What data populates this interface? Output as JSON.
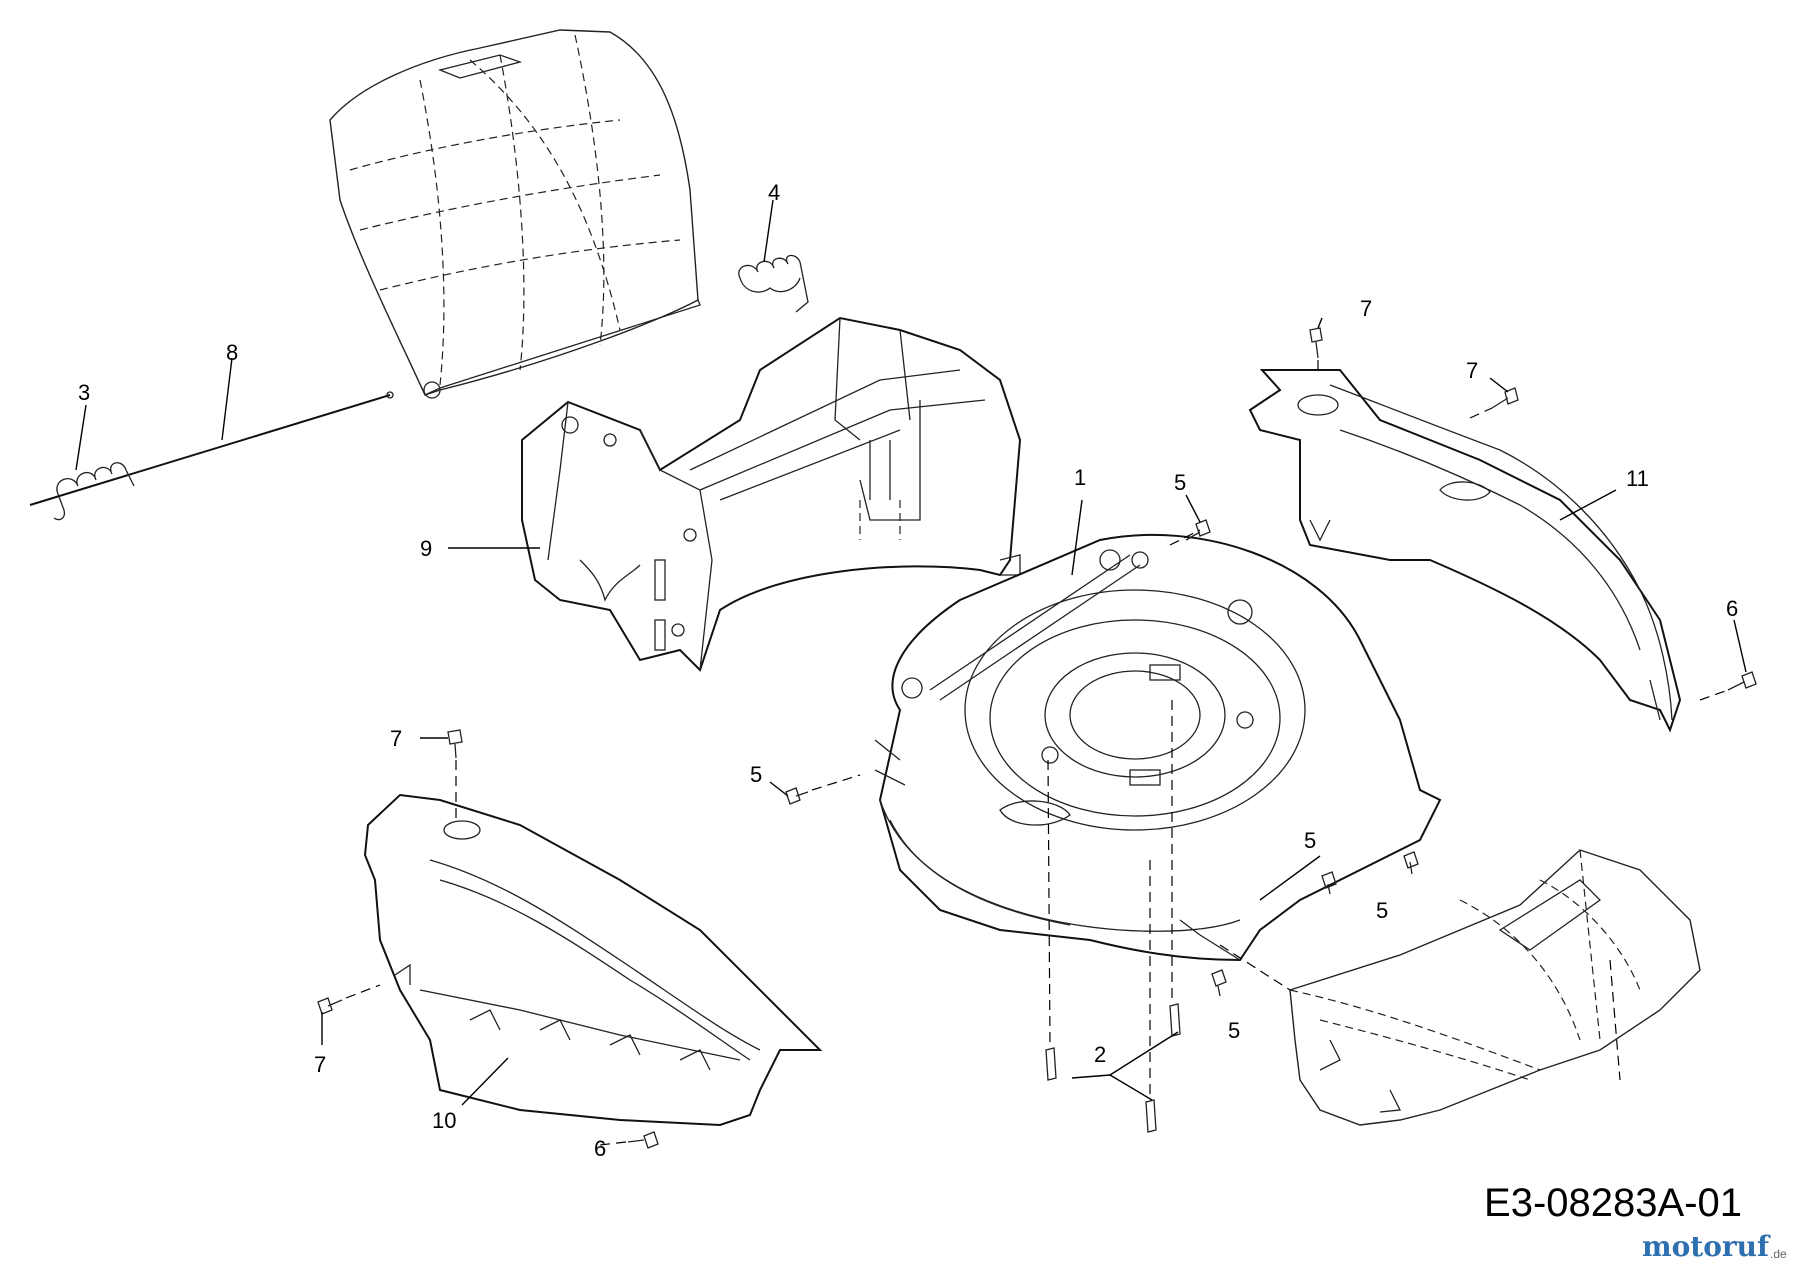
{
  "diagram": {
    "drawing_code": "E3-08283A-01",
    "watermark": {
      "brand": "motoruf",
      "suffix": ".de",
      "colors": {
        "primary": "#2e6fb0",
        "accent": "#e0301e"
      }
    },
    "callouts": {
      "c1": "1",
      "c2": "2",
      "c3": "3",
      "c4": "4",
      "c5a": "5",
      "c5b": "5",
      "c5c": "5",
      "c5d": "5",
      "c5e": "5",
      "c6a": "6",
      "c6b": "6",
      "c7a": "7",
      "c7b": "7",
      "c7c": "7",
      "c7d": "7",
      "c8": "8",
      "c9": "9",
      "c10": "10",
      "c11": "11"
    }
  }
}
